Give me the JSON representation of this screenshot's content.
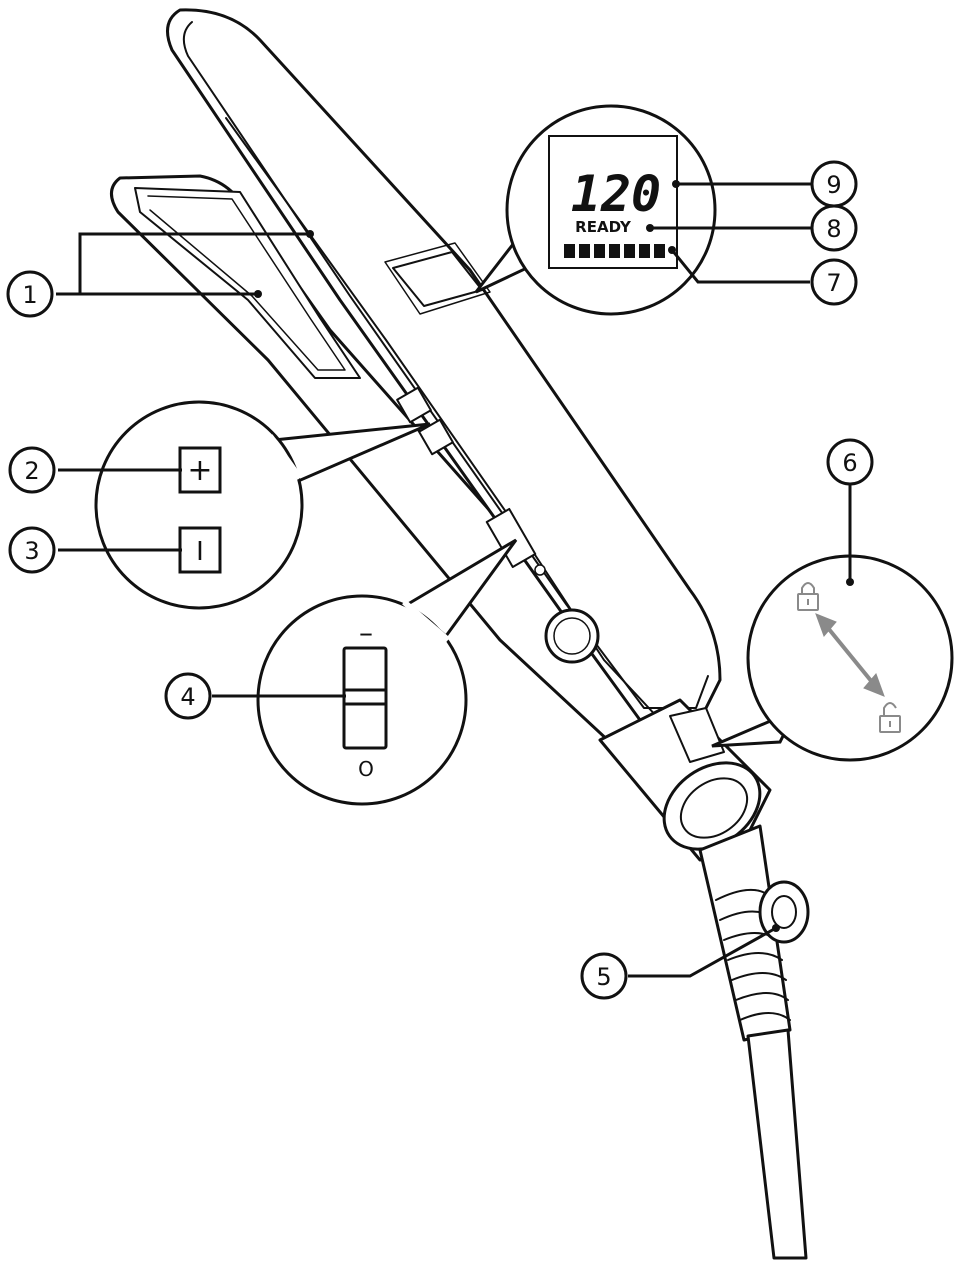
{
  "callouts": {
    "c1": "1",
    "c2": "2",
    "c3": "3",
    "c4": "4",
    "c5": "5",
    "c6": "6",
    "c7": "7",
    "c8": "8",
    "c9": "9"
  },
  "display": {
    "temperature": "120",
    "status": "READY",
    "level_bars": 7
  },
  "buttons": {
    "plus_symbol": "+",
    "minus_symbol": "I"
  },
  "switch": {
    "top_symbol": "–",
    "bottom_symbol": "O"
  },
  "lock_icons": [
    "locked-padlock-icon",
    "unlocked-padlock-icon"
  ],
  "colors": {
    "line": "#111111",
    "lock_arrow": "#8a8a8a"
  }
}
